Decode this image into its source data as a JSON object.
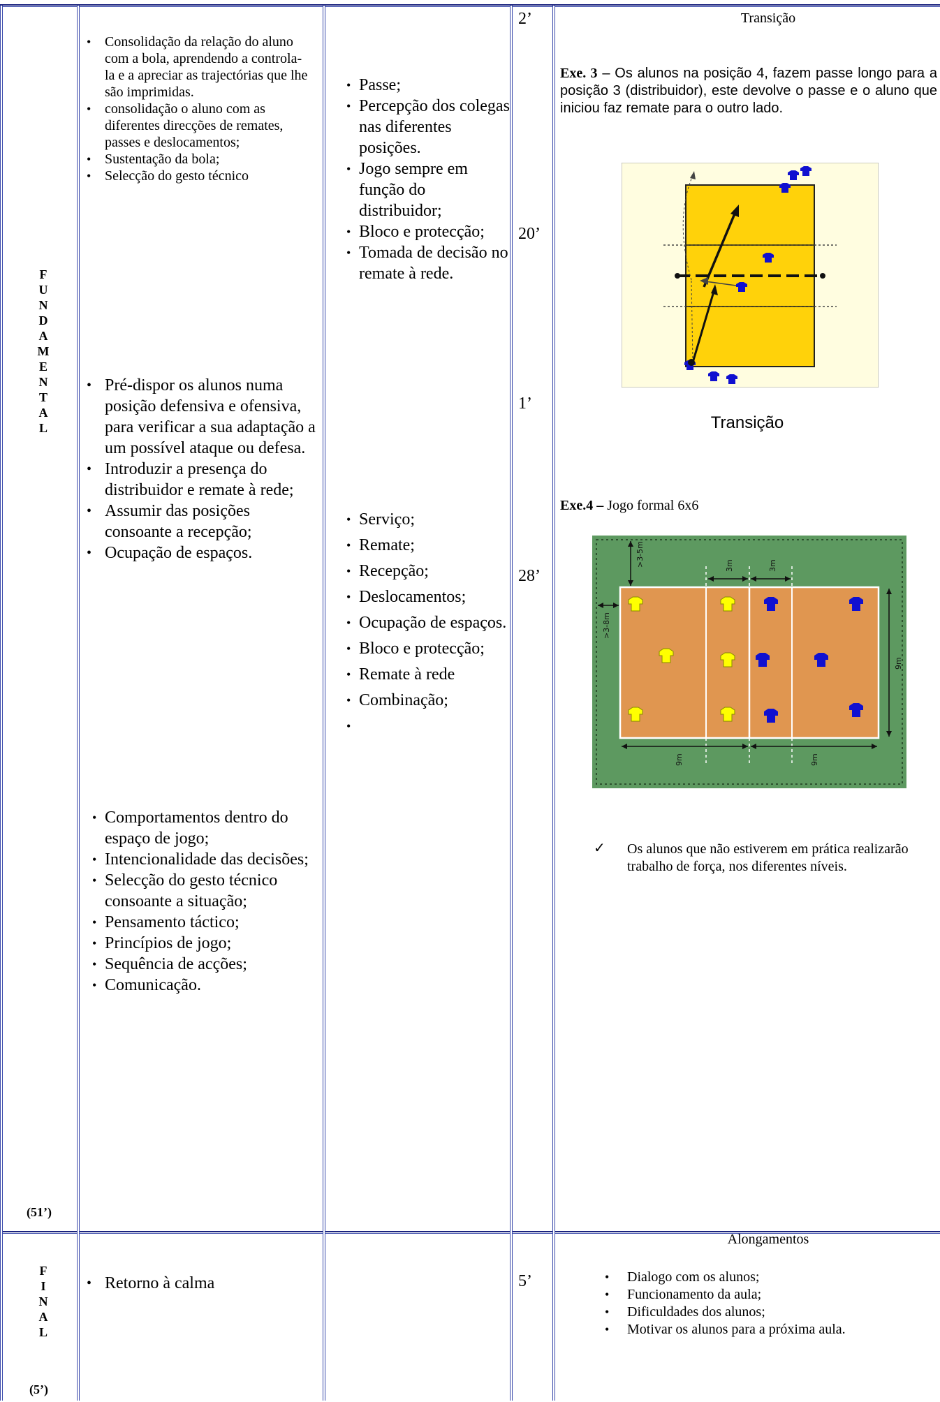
{
  "phase_fundamental": {
    "letters": [
      "F",
      "U",
      "N",
      "D",
      "A",
      "M",
      "E",
      "N",
      "T",
      "A",
      "L"
    ],
    "duration": "(51’)"
  },
  "phase_final": {
    "letters": [
      "F",
      "I",
      "N",
      "A",
      "L"
    ],
    "duration": "(5’)"
  },
  "objectives_1": [
    "Consolidação da relação do aluno com a bola, aprendendo a controla-la e a apreciar as trajectórias que lhe são imprimidas.",
    "consolidação o aluno com as diferentes direcções de remates, passes e deslocamentos;",
    "Sustentação da bola;",
    "Selecção do gesto técnico"
  ],
  "objectives_2": [
    "Pré-dispor os alunos numa posição defensiva e ofensiva, para verificar a sua adaptação a um possível ataque ou defesa.",
    "Introduzir a presença do distribuidor e remate à rede;",
    "Assumir das posições consoante a recepção;",
    "Ocupação de espaços."
  ],
  "objectives_3": [
    "Comportamentos dentro do espaço de jogo;",
    "Intencionalidade das decisões;",
    "Selecção do gesto técnico consoante a situação;",
    "Pensamento táctico;",
    "Princípios de jogo;",
    "Sequência de acções;",
    "Comunicação."
  ],
  "objectives_final": [
    "Retorno à calma"
  ],
  "contents_1": [
    "Passe;",
    "Percepção dos colegas nas diferentes posições.",
    "Jogo sempre em função do distribuidor;",
    "Bloco e protecção;",
    "Tomada de decisão no remate à rede."
  ],
  "contents_2": [
    "Serviço;",
    "Remate;",
    "Recepção;",
    "Deslocamentos;",
    "Ocupação de espaços.",
    "Bloco e protecção;",
    "Remate à rede",
    "Combinação;",
    ""
  ],
  "times": {
    "t1": "2’",
    "t2": "20’",
    "t3": "1’",
    "t4": "28’",
    "t5": "5’"
  },
  "exercises": {
    "transition_top": "Transição",
    "exe3_label": "Exe. 3",
    "exe3_text": " – Os alunos na posição 4, fazem passe longo para a posição 3 (distribuidor), este devolve o passe e o aluno que iniciou faz remate para o outro lado.",
    "transition_caption": "Transição",
    "exe4_label": "Exe.4 –",
    "exe4_text": " Jogo formal 6x6",
    "note": "Os alunos que não estiverem em prática realizarão trabalho de força, nos diferentes níveis.",
    "court_labels": {
      "top_margin": ">3-5m",
      "side_margin": ">3-8m",
      "attack_left": "3m",
      "attack_right": "3m",
      "width": "9m",
      "length_left": "9m",
      "length_right": "9m"
    }
  },
  "final_activities": {
    "title": "Alongamentos",
    "items": [
      "Dialogo com os alunos;",
      "Funcionamento da aula;",
      "Dificuldades dos alunos;",
      "Motivar os alunos para a próxima aula."
    ]
  },
  "colors": {
    "border": "#1a237e",
    "court_yellow": "#ffd20a",
    "court_bg": "#fffde0",
    "field_green": "#5d9960",
    "court_orange": "#e09650",
    "shirt_blue": "#1010d0",
    "shirt_yellow": "#ffff00"
  }
}
